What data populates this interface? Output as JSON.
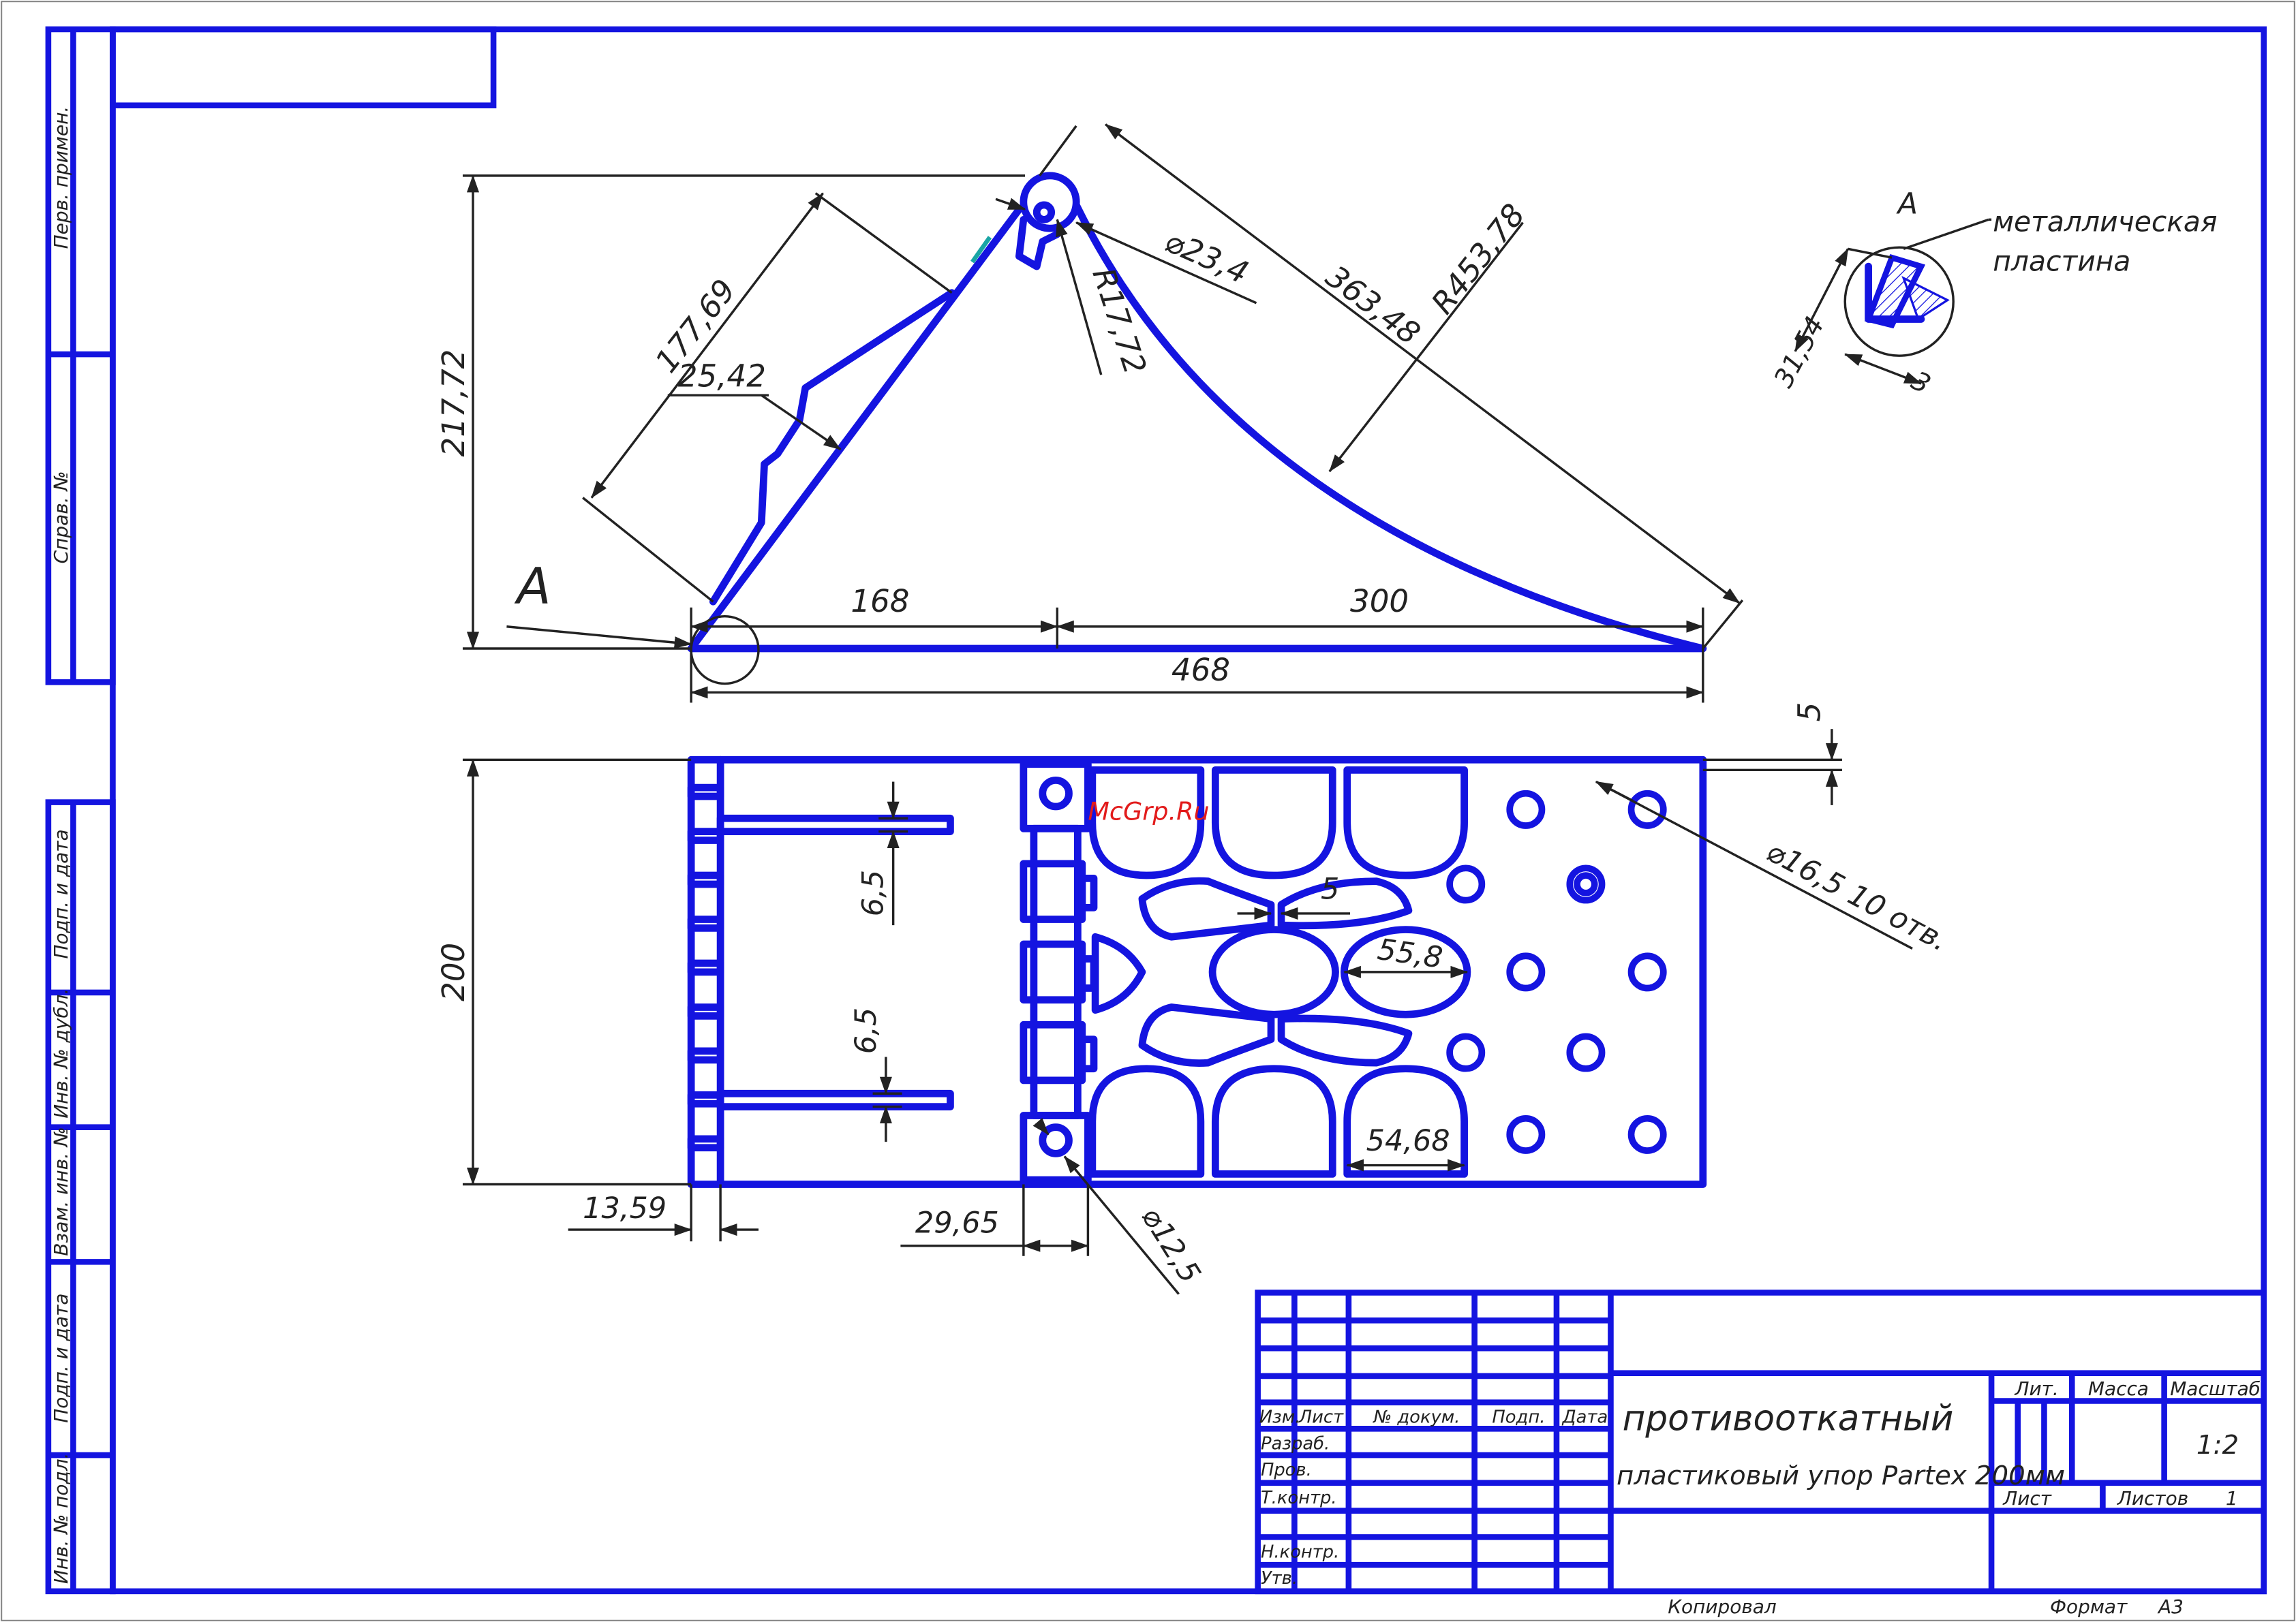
{
  "title_block": {
    "name_line1": "противооткатный",
    "name_line2": "пластиковый упор Partex 200мм",
    "col_izm": "Изм.",
    "col_list": "Лист",
    "col_doc": "№ докум.",
    "col_podp": "Подп.",
    "col_data": "Дата",
    "row_razrab": "Разраб.",
    "row_prov": "Пров.",
    "row_tkontr": "Т.контр.",
    "row_nkontr": "Н.контр.",
    "row_utv": "Утв.",
    "lit": "Лит.",
    "massa": "Масса",
    "masshtab": "Масштаб",
    "scale": "1:2",
    "sheet": "Лист",
    "sheets": "Листов",
    "sheets_count": "1",
    "copied": "Копировал",
    "format_label": "Формат",
    "format_value": "A3"
  },
  "side_labels": {
    "perv_primen": "Перв. примен.",
    "sprav_no": "Справ. №",
    "podp_data_1": "Подп. и дата",
    "inv_dubl": "Инв. № дубл.",
    "vzam_inv": "Взам. инв. №",
    "podp_data_2": "Подп. и дата",
    "inv_podl": "Инв. № подл."
  },
  "views": {
    "section_mark": "A",
    "detail_mark": "A",
    "note_line1": "металлическая",
    "note_line2": "пластина"
  },
  "dimensions": {
    "height": "217,72",
    "slope": "177,69",
    "offset": "25,42",
    "hole_dia": "⌀23,4",
    "pivot_radius": "R17,72",
    "hyp": "363,48",
    "arc_radius": "R453,78",
    "len_front": "168",
    "len_rear": "300",
    "total_len": "468",
    "plate_h": "31,54",
    "plate_t": "3",
    "gap": "5",
    "holes_note": "⌀16,5 10 отв.",
    "width": "200",
    "rib_a": "6,5",
    "rib_b": "6,5",
    "web": "5",
    "oval_w": "55,8",
    "cell_w": "54,68",
    "front_w": "13,59",
    "hinge_w": "29,65",
    "hinge_hole": "⌀12,5"
  },
  "watermark": "McGrp.Ru",
  "colors": {
    "line": "#1414e0",
    "dim": "#222222",
    "watermark": "#e21b1b",
    "accent": "#1aa5a5"
  }
}
